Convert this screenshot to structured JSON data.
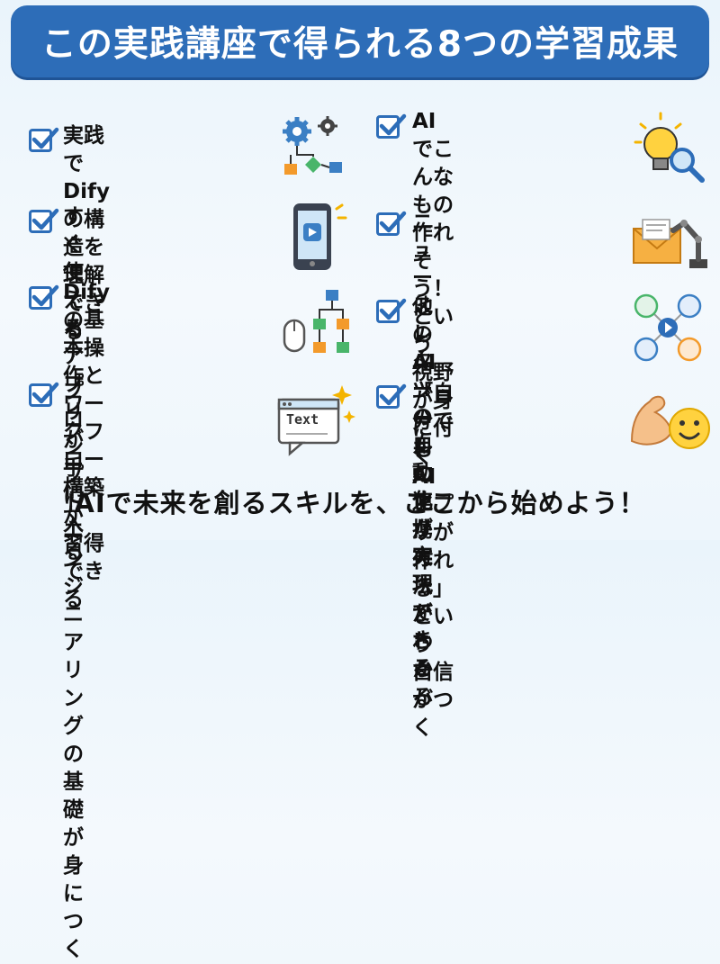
{
  "header": {
    "title": "この実践講座で得られる8つの学習成果"
  },
  "items": [
    {
      "text": "実践でDifyの構造を\n理解できる",
      "icon": "gears-flowchart-icon"
    },
    {
      "text": "AIでこんなもの\n作れそう！という\n視野が身に付く",
      "icon": "lightbulb-magnifier-icon"
    },
    {
      "text": "すぐ使えるアプリが\n手に入る",
      "icon": "smartphone-app-icon"
    },
    {
      "text": "ニュースレターの\n自動化が実現できる",
      "icon": "envelope-robot-arm-icon"
    },
    {
      "text": "Difyの基本操作と\nワークフロー構築が\n習得できる",
      "icon": "mouse-workflow-icon"
    },
    {
      "text": "他のAIツールの\n連携方法がわかる",
      "icon": "connected-tools-icon"
    },
    {
      "text": "プロンプト\nエンジニアリングの\n基礎が身につく",
      "icon": "text-window-sparkle-icon"
    },
    {
      "text": "「自分でもAIアプリが\n作れる」という\n自信がつく",
      "icon": "muscle-smiley-icon"
    }
  ],
  "icon_labels": {
    "text_window": "Text"
  },
  "footer": {
    "text": "AIで未来を創るスキルを、ここから始めよう！"
  },
  "colors": {
    "accent": "#2d6db8",
    "banner_text": "#ffffff"
  }
}
